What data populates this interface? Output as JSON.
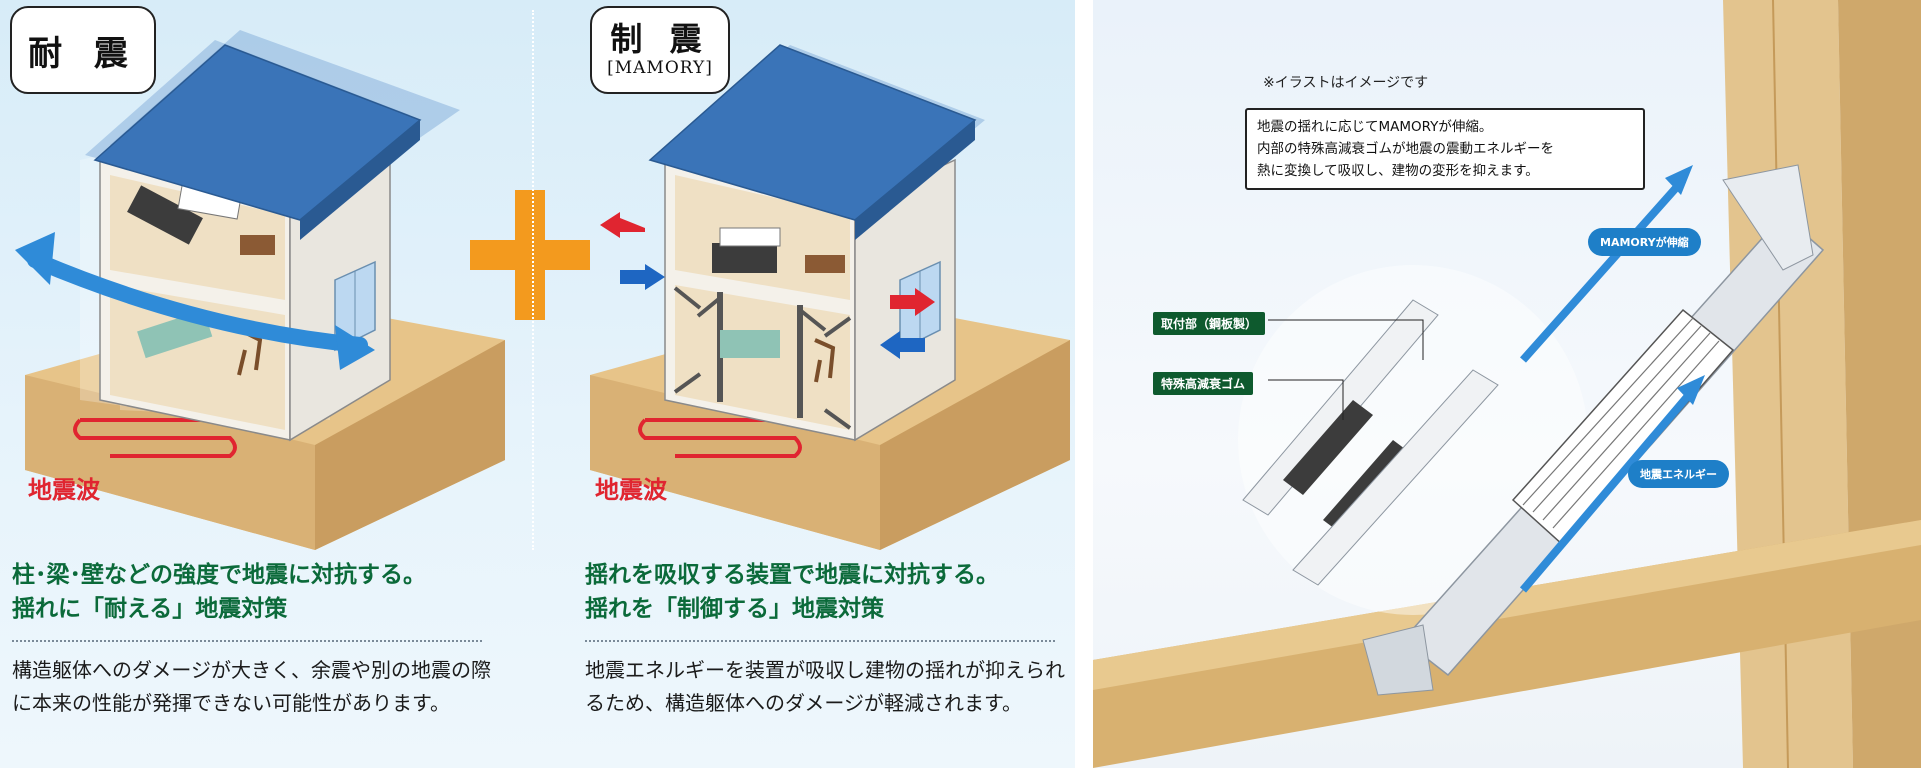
{
  "left": {
    "taishin": {
      "title": "耐 震",
      "wave_label": "地震波",
      "headline_1": "柱･梁･壁などの強度で地震に対抗する。",
      "headline_2": "揺れに「耐える」地震対策",
      "body": "構造躯体へのダメージが大きく、余震や別の地震の際に本来の性能が発揮できない可能性があります。"
    },
    "seishin": {
      "title": "制 震",
      "subtitle": "[MAMORY]",
      "wave_label": "地震波",
      "headline_1": "揺れを吸収する装置で地震に対抗する。",
      "headline_2": "揺れを「制御する」地震対策",
      "body": "地震エネルギーを装置が吸収し建物の揺れが抑えられるため、構造躯体へのダメージが軽減されます。"
    },
    "colors": {
      "accent_green": "#0b6a3a",
      "seismic_red": "#e02530",
      "plus_orange": "#f39a1e",
      "roof_blue": "#3a74b8"
    }
  },
  "right": {
    "note": "※イラストはイメージです",
    "callout": {
      "line1": "地震の揺れに応じてMAMORYが伸縮。",
      "line2": "内部の特殊高減衰ゴムが地震の震動エネルギーを",
      "line3": "熱に変換して吸収し、建物の変形を抑えます。"
    },
    "labels": {
      "mount": "取付部（鋼板製）",
      "rubber": "特殊高減衰ゴム",
      "stretch": "MAMORYが伸縮",
      "energy": "地震エネルギー"
    }
  }
}
